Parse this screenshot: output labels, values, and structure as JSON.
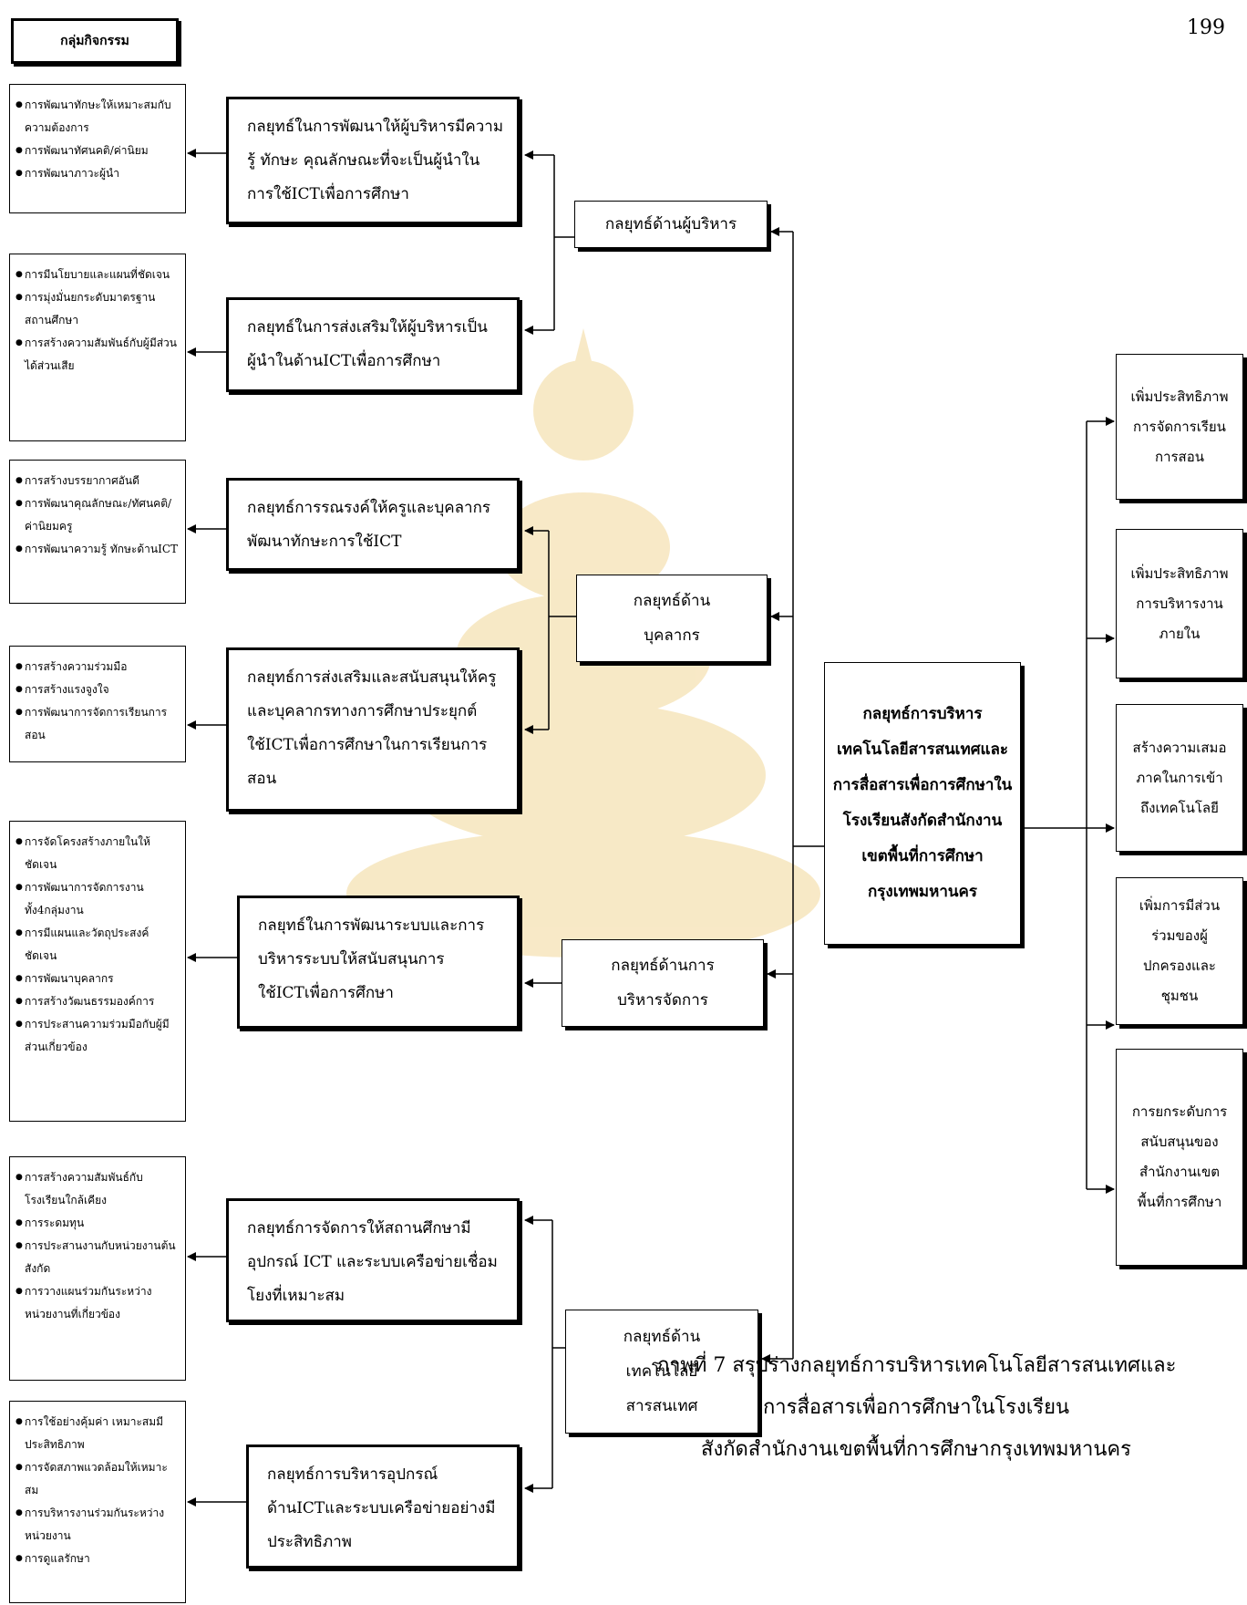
{
  "page_number": "199",
  "header": {
    "label": "กลุ่มกิจกรรม"
  },
  "activities": [
    {
      "items": [
        "การพัฒนาทักษะให้เหมาะสมกับความต้องการ",
        "การพัฒนาทัศนคติ/ค่านิยม",
        "การพัฒนาภาวะผู้นำ"
      ]
    },
    {
      "items": [
        "การมีนโยบายและแผนที่ชัดเจน",
        "การมุ่งมั่นยกระดับมาตรฐานสถานศึกษา",
        "การสร้างความสัมพันธ์กับผู้มีส่วนได้ส่วนเสีย"
      ]
    },
    {
      "items": [
        "การสร้างบรรยากาศอันดี",
        "การพัฒนาคุณลักษณะ/ทัศนคติ/ค่านิยมครู",
        "การพัฒนาความรู้ ทักษะด้านICT"
      ]
    },
    {
      "items": [
        "การสร้างความร่วมมือ",
        "การสร้างแรงจูงใจ",
        "การพัฒนาการจัดการเรียนการสอน"
      ]
    },
    {
      "items": [
        "การจัดโครงสร้างภายในให้ชัดเจน",
        "การพัฒนาการจัดการงานทั้ง4กลุ่มงาน",
        "การมีแผนและวัตถุประสงค์ชัดเจน",
        "การพัฒนาบุคลากร",
        "การสร้างวัฒนธรรมองค์การ",
        "การประสานความร่วมมือกับผู้มีส่วนเกี่ยวข้อง"
      ]
    },
    {
      "items": [
        "การสร้างความสัมพันธ์กับโรงเรียนใกล้เคียง",
        "การระดมทุน",
        "การประสานงานกับหน่วยงานต้นสังกัด",
        "การวางแผนร่วมกันระหว่างหน่วยงานที่เกี่ยวข้อง"
      ]
    },
    {
      "items": [
        "การใช้อย่างคุ้มค่า เหมาะสมมีประสิทธิภาพ",
        "การจัดสภาพแวดล้อมให้เหมาะสม",
        "การบริหารงานร่วมกันระหว่างหน่วยงาน",
        "การดูแลรักษา"
      ]
    }
  ],
  "sub_strategies": [
    "กลยุทธ์ในการพัฒนาให้ผู้บริหารมีความรู้ ทักษะ คุณลักษณะที่จะเป็นผู้นำในการใช้ICTเพื่อการศึกษา",
    "กลยุทธ์ในการส่งเสริมให้ผู้บริหารเป็นผู้นำในด้านICTเพื่อการศึกษา",
    "กลยุทธ์การรณรงค์ให้ครูและบุคลากรพัฒนาทักษะการใช้ICT",
    "กลยุทธ์การส่งเสริมและสนับสนุนให้ครูและบุคลากรทางการศึกษาประยุกต์ใช้ICTเพื่อการศึกษาในการเรียนการสอน",
    "กลยุทธ์ในการพัฒนาระบบและการบริหารระบบให้สนับสนุนการใช้ICTเพื่อการศึกษา",
    "กลยุทธ์การจัดการให้สถานศึกษามีอุปกรณ์ ICT และระบบเครือข่ายเชื่อมโยงที่เหมาะสม",
    "กลยุทธ์การบริหารอุปกรณ์ด้านICTและระบบเครือข่ายอย่างมีประสิทธิภาพ"
  ],
  "categories": [
    "กลยุทธ์ด้านผู้บริหาร",
    "กลยุทธ์ด้านบุคลากร",
    "กลยุทธ์ด้านการบริหารจัดการ",
    "กลยุทธ์ด้านเทคโนโลยีสารสนเทศ"
  ],
  "central": "กลยุทธ์การบริหารเทคโนโลยีสารสนเทศและการสื่อสารเพื่อการศึกษาในโรงเรียนสังกัดสำนักงานเขตพื้นที่การศึกษากรุงเทพมหานคร",
  "outcomes": [
    "เพิ่มประสิทธิภาพการจัดการเรียนการสอน",
    "เพิ่มประสิทธิภาพการบริหารงานภายใน",
    "สร้างความเสมอภาคในการเข้าถึงเทคโนโลยี",
    "เพิ่มการมีส่วนร่วมของผู้ปกครองและชุมชน",
    "การยกระดับการสนับสนุนของสำนักงานเขตพื้นที่การศึกษา"
  ],
  "caption": {
    "line1": "ภาพที่ 7 สรุปร่างกลยุทธ์การบริหารเทคโนโลยีสารสนเทศและ",
    "line2": "การสื่อสารเพื่อการศึกษาในโรงเรียน",
    "line3": "สังกัดสำนักงานเขตพื้นที่การศึกษากรุงเทพมหานคร"
  },
  "colors": {
    "line": "#000000",
    "watermark": "#f0d8a0"
  }
}
